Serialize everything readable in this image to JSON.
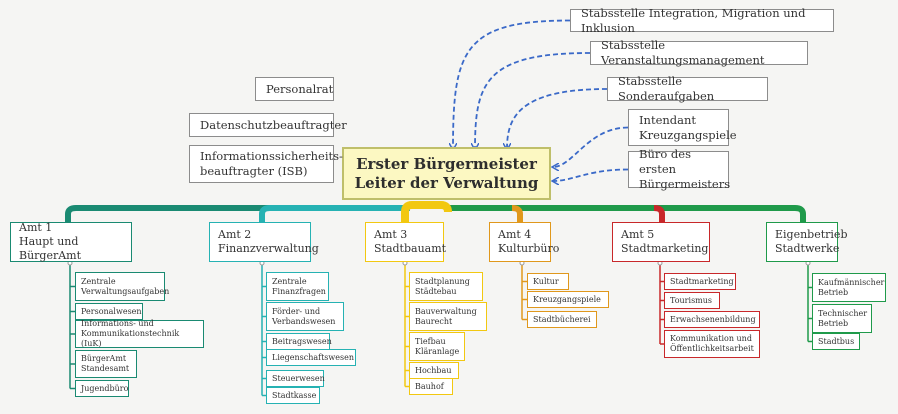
{
  "colors": {
    "teal": "#1a8a72",
    "cyan": "#26b2b3",
    "yellow": "#f2c811",
    "orange": "#e0981c",
    "red": "#c8282a",
    "green": "#1f9a4a",
    "dashed_arrow": "#3a69c8"
  },
  "head": {
    "label": "Erster Bürgermeister\nLeiter der Verwaltung"
  },
  "staff_right": [
    "Stabsstelle Integration, Migration und Inklusion",
    "Stabsstelle Veranstaltungsmanagement",
    "Stabsstelle Sonderaufgaben",
    "Intendant\nKreuzgangspiele",
    "Büro des ersten\nBürgermeisters"
  ],
  "staff_left": [
    "Personalrat",
    "Datenschutzbeauftragter",
    "Informationssicherheits-\nbeauftragter (ISB)"
  ],
  "departments": [
    {
      "title": "Amt 1\nHaupt und BürgerAmt",
      "color_key": "teal",
      "units": [
        "Zentrale\nVerwaltungsaufgaben",
        "Personalwesen",
        "Informations- und\nKommunikationstechnik (IuK)",
        "BürgerAmt\nStandesamt",
        "Jugendbüro"
      ]
    },
    {
      "title": "Amt 2\nFinanzverwaltung",
      "color_key": "cyan",
      "units": [
        "Zentrale\nFinanzfragen",
        "Förder- und\nVerbandswesen",
        "Beitragswesen",
        "Liegenschaftswesen",
        "Steuerwesen",
        "Stadtkasse"
      ]
    },
    {
      "title": "Amt 3\nStadtbauamt",
      "color_key": "yellow",
      "units": [
        "Stadtplanung\nStädtebau",
        "Bauverwaltung\nBaurecht",
        "Tiefbau\nKläranlage",
        "Hochbau",
        "Bauhof"
      ]
    },
    {
      "title": "Amt 4\nKulturbüro",
      "color_key": "orange",
      "units": [
        "Kultur",
        "Kreuzgangspiele",
        "Stadtbücherei"
      ]
    },
    {
      "title": "Amt 5\nStadtmarketing",
      "color_key": "red",
      "units": [
        "Stadtmarketing",
        "Tourismus",
        "Erwachsenenbildung",
        "Kommunikation und\nÖffentlichkeitsarbeit"
      ]
    },
    {
      "title": "Eigenbetrieb\nStadtwerke",
      "color_key": "green",
      "units": [
        "Kaufmännischer\nBetrieb",
        "Technischer\nBetrieb",
        "Stadtbus"
      ]
    }
  ]
}
